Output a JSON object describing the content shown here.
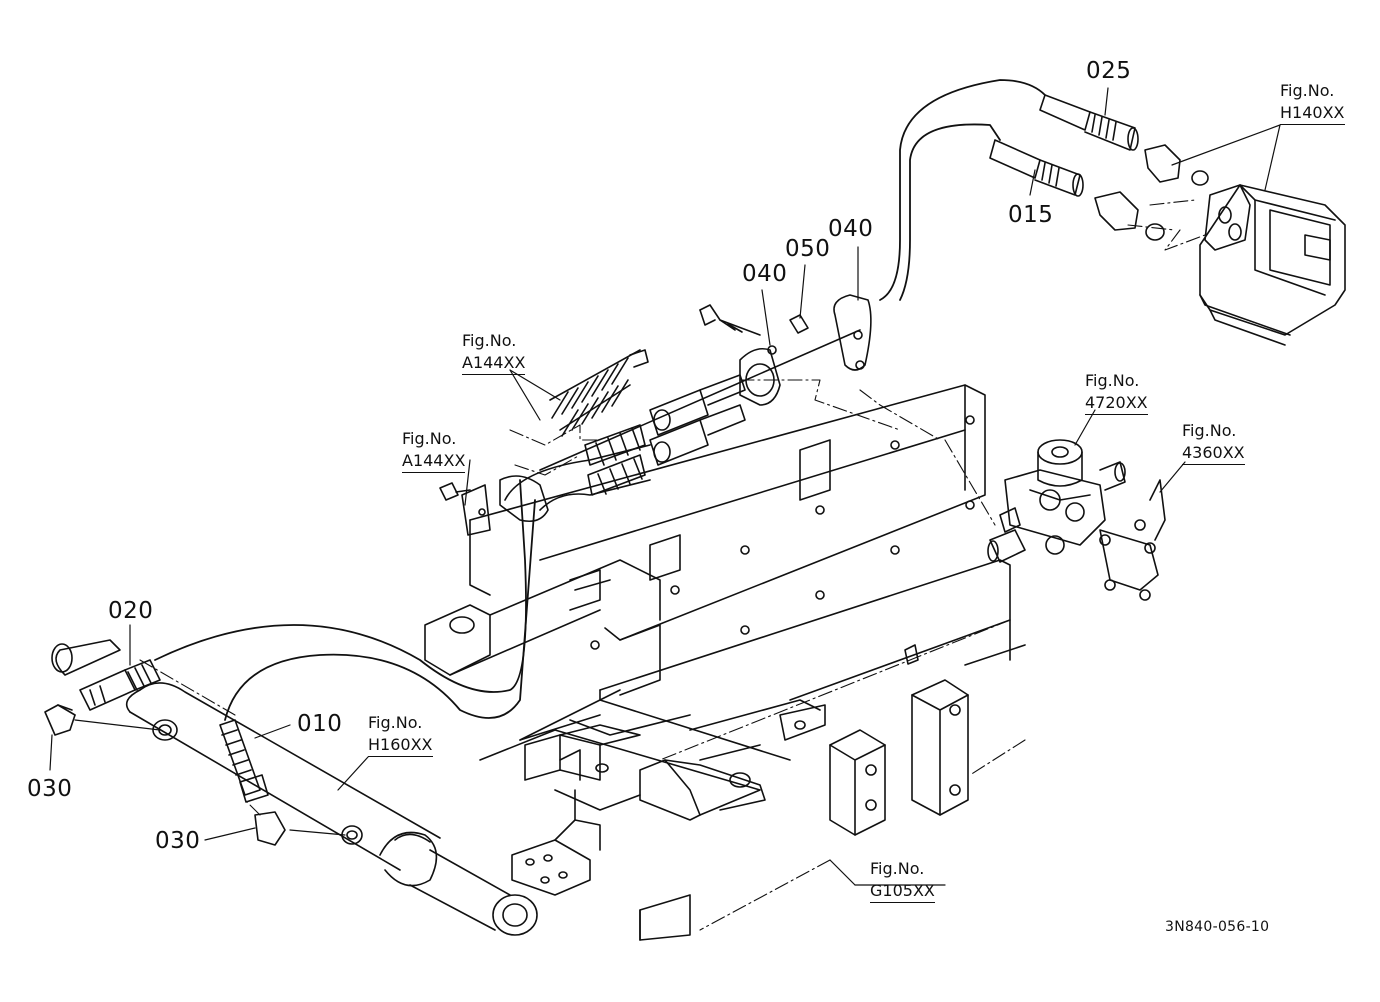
{
  "diagram": {
    "document_id": "3N840-056-10",
    "part_labels": [
      "025",
      "015",
      "040",
      "050",
      "040",
      "020",
      "010",
      "030",
      "030"
    ],
    "figure_refs": [
      {
        "line1": "Fig.No.",
        "line2": "H140XX"
      },
      {
        "line1": "Fig.No.",
        "line2": "A144XX"
      },
      {
        "line1": "Fig.No.",
        "line2": "A144XX"
      },
      {
        "line1": "Fig.No.",
        "line2": "4720XX"
      },
      {
        "line1": "Fig.No.",
        "line2": "4360XX"
      },
      {
        "line1": "Fig.No.",
        "line2": "H160XX"
      },
      {
        "line1": "Fig.No.",
        "line2": "G105XX"
      }
    ]
  }
}
